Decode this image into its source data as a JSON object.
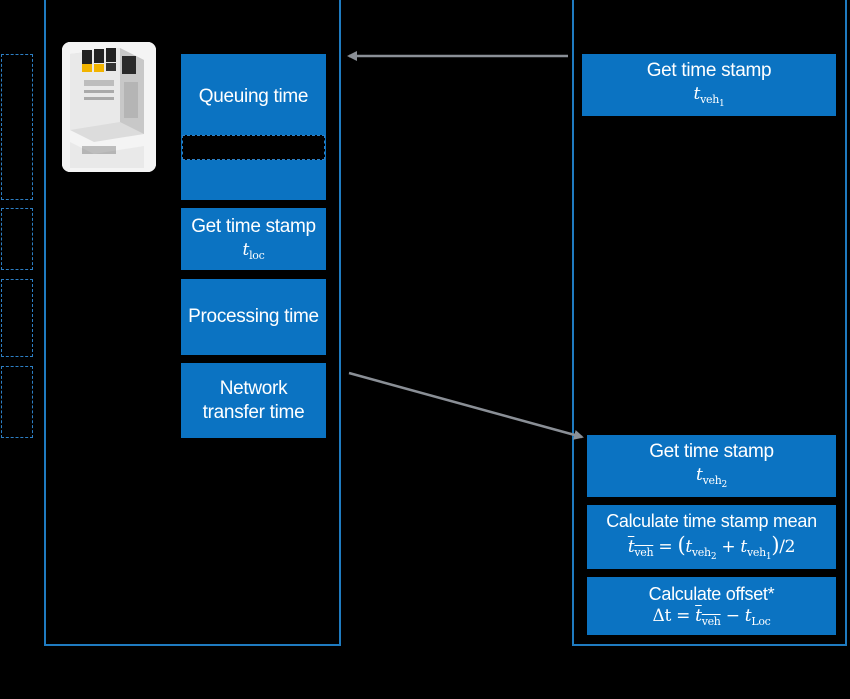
{
  "left_column": {
    "boxes": [
      {
        "label": "Queuing time"
      },
      {
        "label": "Get time stamp",
        "math_var": "t",
        "math_sub": "loc"
      },
      {
        "label": "Processing time"
      },
      {
        "label": "Network",
        "label2": "transfer time"
      }
    ]
  },
  "right_column": {
    "get_stamp_1": {
      "label": "Get time stamp",
      "math_var": "t",
      "math_sub": "veh",
      "math_subsub": "1"
    },
    "get_stamp_2": {
      "label": "Get time stamp",
      "math_var": "t",
      "math_sub": "veh",
      "math_subsub": "2"
    },
    "mean": {
      "label": "Calculate time stamp mean",
      "formula_tail": "/2"
    },
    "offset": {
      "label": "Calculate offset*",
      "delta": "Δt",
      "sub_loc": "Loc"
    }
  },
  "colors": {
    "box_fill": "#0b73c2",
    "panel_border": "#1f7bc0",
    "arrow": "#8a8f96",
    "background": "#000000"
  }
}
